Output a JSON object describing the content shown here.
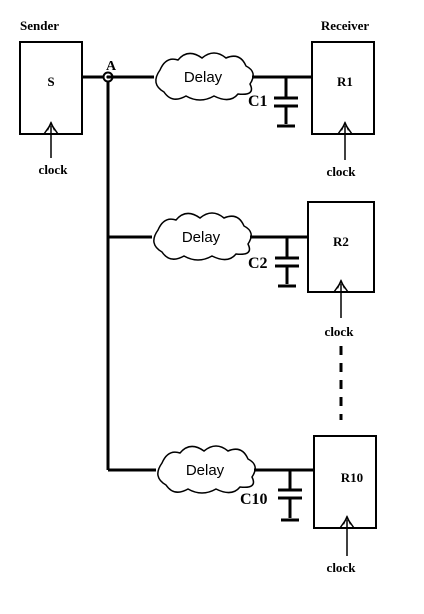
{
  "sender": {
    "title": "Sender",
    "block_label": "S",
    "clock_label": "clock",
    "node_label": "A"
  },
  "receiver_header": "Receiver",
  "delay_label": "Delay",
  "receivers": [
    {
      "name": "R1",
      "capacitor": "C1",
      "clock_label": "clock"
    },
    {
      "name": "R2",
      "capacitor": "C2",
      "clock_label": "clock"
    },
    {
      "name": "R10",
      "capacitor": "C10",
      "clock_label": "clock"
    }
  ]
}
